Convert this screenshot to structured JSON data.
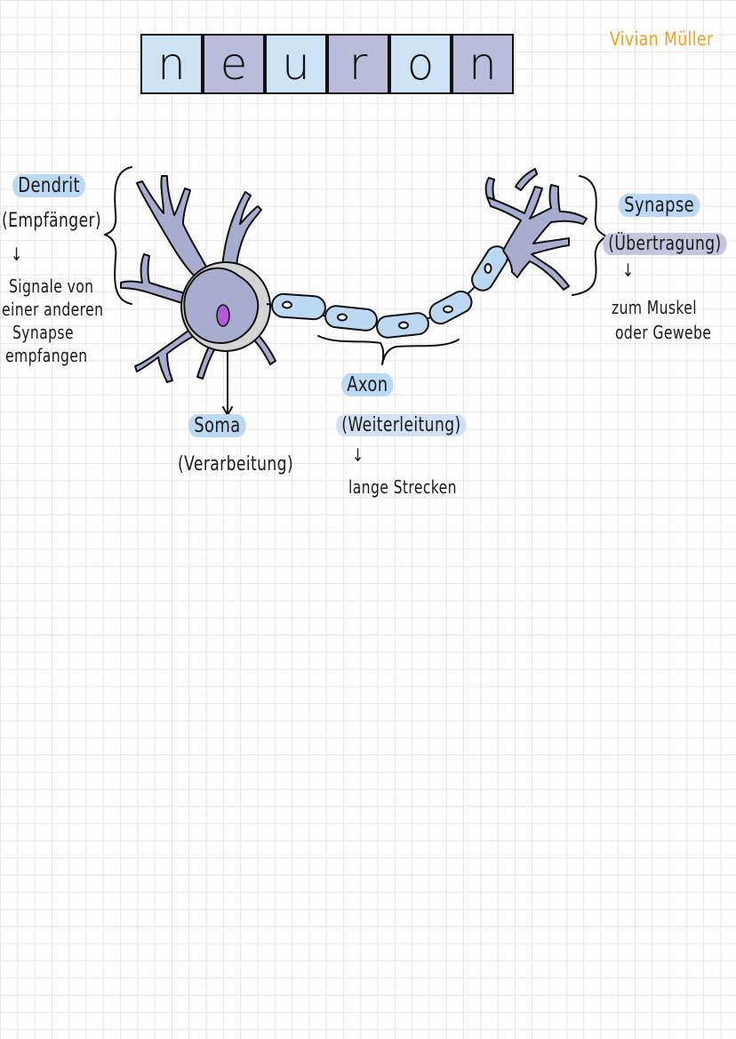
{
  "title_letters": [
    "n",
    "e",
    "u",
    "r",
    "o",
    "n"
  ],
  "author": "Vivian Müller",
  "colors": {
    "light_blue": "#cfe3f7",
    "purple_gray": "#b9bdd9",
    "neuron_fill": "#a8acce",
    "nucleus": "#b15bd6",
    "author_orange": "#f0a020",
    "axon_blue": "#bcd8f2"
  },
  "labels": {
    "dendrit": {
      "name": "Dendrit",
      "function": "(Empfänger)",
      "arrow": "↓",
      "desc_1": "Signale von",
      "desc_2": "einer anderen",
      "desc_3": "Synapse",
      "desc_4": "empfangen"
    },
    "soma": {
      "name": "Soma",
      "function": "(Verarbeitung)"
    },
    "axon": {
      "name": "Axon",
      "function": "(Weiterleitung)",
      "arrow": "↓",
      "desc": "lange Strecken"
    },
    "synapse": {
      "name": "Synapse",
      "function": "(Übertragung)",
      "arrow": "↓",
      "desc_1": "zum Muskel",
      "desc_2": "oder Gewebe"
    }
  }
}
